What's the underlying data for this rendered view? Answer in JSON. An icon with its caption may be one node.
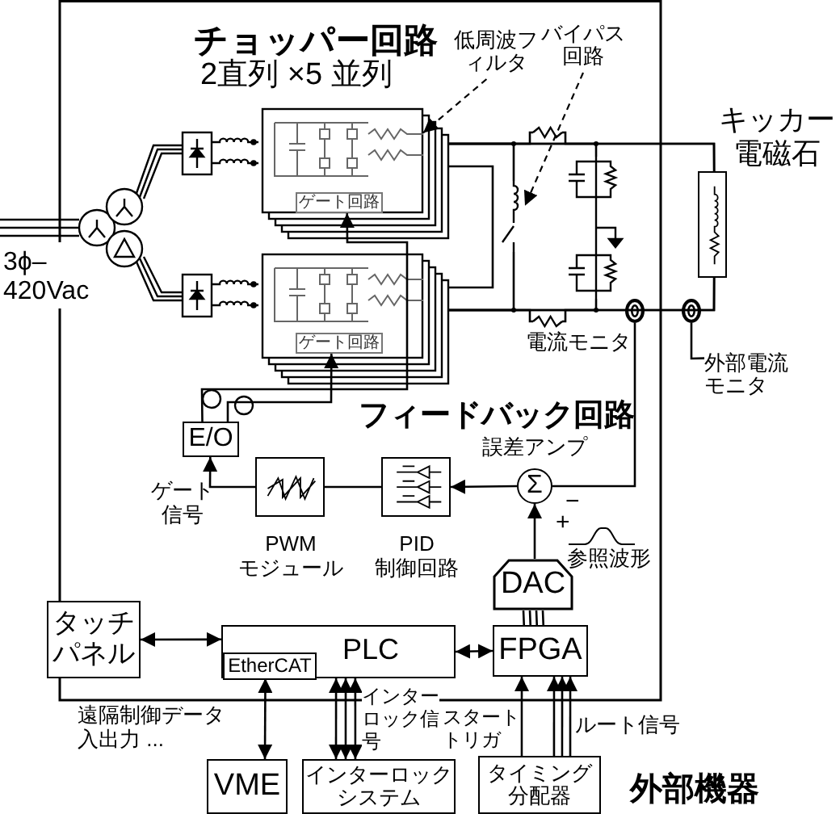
{
  "diagram": {
    "nodes": [
      {
        "text": [],
        "shape": "box"
      },
      {
        "text": [
          "ゲート回路"
        ],
        "in": 0
      },
      {
        "text": [],
        "shape": "box"
      },
      {
        "text": [
          "ゲート回路"
        ],
        "in": 2
      },
      {
        "text": [
          "E/O"
        ],
        "beside": [
          "ゲート信号"
        ]
      },
      {
        "text": [],
        "shape": "box",
        "beside": [
          "PWM モジュール"
        ]
      },
      {
        "text": [],
        "shape": "box",
        "beside": [
          "PID 制御回路"
        ]
      },
      {
        "text": [
          "Σ"
        ],
        "beside": [
          "誤差アンプ"
        ]
      },
      {
        "text": [
          "DAC"
        ]
      },
      {
        "text": [
          "FPGA"
        ]
      },
      {
        "text": [
          "PLC"
        ]
      },
      {
        "text": [
          "EtherCAT"
        ],
        "in": 10
      },
      {
        "text": [
          "タッチパネル"
        ]
      },
      {
        "text": [
          "VME"
        ]
      },
      {
        "text": [
          "インターロックシステム"
        ]
      },
      {
        "text": [
          "タイミング分配器"
        ]
      },
      {
        "text": [],
        "shape": "circle",
        "beside": [
          "電流モニタ"
        ]
      },
      {
        "text": [],
        "shape": "circle"
      },
      {
        "text": [],
        "shape": "box",
        "beside": [
          "キッカー電磁石"
        ]
      },
      {
        "text": [
          "低周波フィルタ"
        ]
      },
      {
        "text": [
          "バイパス回路"
        ]
      },
      {
        "text": [
          "外部電流モニタ"
        ]
      },
      {
        "text": [],
        "shape": "resistor",
        "in": 0
      },
      {
        "text": [],
        "shape": "switch"
      },
      {
        "text": [],
        "shape": "circuit"
      },
      {
        "text": [],
        "shape": "resistor"
      },
      {
        "text": [],
        "shape": "resistor"
      }
    ],
    "edges": [
      {
        "from": 4,
        "to": 1,
        "arrow": "to"
      },
      {
        "from": 4,
        "to": 3,
        "arrow": "to"
      },
      {
        "from": 5,
        "to": 4,
        "arrow": "to"
      },
      {
        "from": 6,
        "to": 5,
        "arrow": "none"
      },
      {
        "from": 7,
        "to": 6,
        "arrow": "to"
      },
      {
        "from": 16,
        "to": 7,
        "arrow": "none"
      },
      {
        "from": 8,
        "to": 7,
        "arrow": "to"
      },
      {
        "from": 9,
        "to": 8,
        "arrow": "none"
      },
      {
        "from": 10,
        "to": 9,
        "arrow": "both"
      },
      {
        "from": 12,
        "to": 10,
        "arrow": "both"
      },
      {
        "from": 11,
        "to": 13,
        "arrow": "both"
      },
      {
        "from": 10,
        "to": 14,
        "arrow": "both"
      },
      {
        "from": 10,
        "to": 14,
        "arrow": "both"
      },
      {
        "from": 10,
        "to": 14,
        "arrow": "both",
        "label": "インターロック信号"
      },
      {
        "from": 15,
        "to": 9,
        "arrow": "to",
        "label": "スタートトリガ"
      },
      {
        "from": 15,
        "to": 9,
        "arrow": "to",
        "label": "ルート信号"
      },
      {
        "from": 15,
        "to": 9,
        "arrow": "to"
      },
      {
        "from": 15,
        "to": 9,
        "arrow": "to"
      },
      {
        "from": 19,
        "to": 22,
        "arrow": "to",
        "style": "dashed"
      },
      {
        "from": 20,
        "to": 23,
        "arrow": "to",
        "style": "dashed"
      },
      {
        "from": 21,
        "to": 17,
        "arrow": "none"
      },
      {
        "from": 0,
        "to": 18,
        "arrow": "none"
      },
      {
        "from": 2,
        "to": 18,
        "arrow": "none"
      },
      {
        "from": 0,
        "to": 2,
        "arrow": "none"
      },
      {
        "from": 0,
        "to": 23,
        "arrow": "none"
      },
      {
        "from": 23,
        "to": 2,
        "arrow": "none"
      },
      {
        "from": 0,
        "to": 24,
        "arrow": "none"
      },
      {
        "from": 24,
        "to": 2,
        "arrow": "none"
      },
      {
        "from": 0,
        "to": 25,
        "arrow": "none"
      },
      {
        "from": 25,
        "to": 18,
        "arrow": "none"
      },
      {
        "from": 2,
        "to": 26,
        "arrow": "none"
      },
      {
        "from": 26,
        "to": 18,
        "arrow": "none"
      }
    ],
    "labels": [
      "チョッパー回路",
      "2直列 ×5 並列",
      "3ϕ– 420Vac",
      "フィードバック回路",
      "−",
      "+",
      "参照波形",
      "遠隔制御データ入出力 ...",
      "外部機器"
    ]
  }
}
